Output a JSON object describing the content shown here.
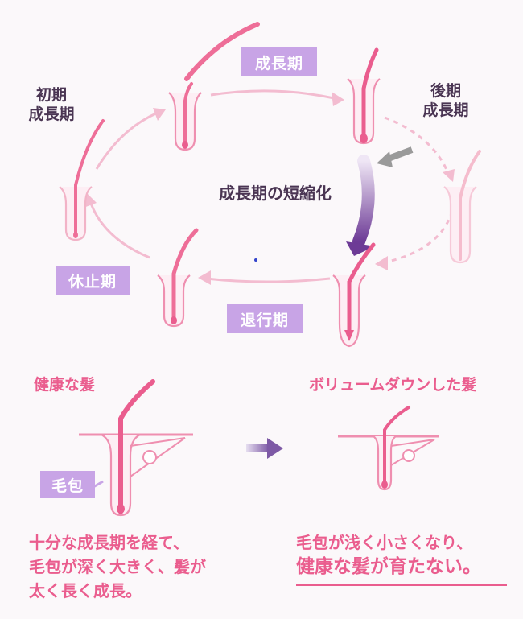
{
  "cycle": {
    "growth": "成長期",
    "early_growth_line1": "初期",
    "early_growth_line2": "成長期",
    "late_growth_line1": "後期",
    "late_growth_line2": "成長期",
    "rest": "休止期",
    "regression": "退行期",
    "shortening": "成長期の短縮化"
  },
  "comparison": {
    "healthy_title": "健康な髪",
    "volume_down_title": "ボリュームダウンした髪",
    "follicle_label": "毛包"
  },
  "captions": {
    "left_line1": "十分な成長期を経て、",
    "left_line2": "毛包が深く大きく、髪が",
    "left_line3": "太く長く成長。",
    "right_line1": "毛包が浅く小さくなり、",
    "right_line2": "健康な髪が育たない。"
  },
  "colors": {
    "pink": "#ea5d8e",
    "light_pink": "#f2b3c7",
    "label_purple": "#c8a4e6",
    "arrow_purple": "#7a4aa0",
    "text_dark": "#4a3553"
  }
}
